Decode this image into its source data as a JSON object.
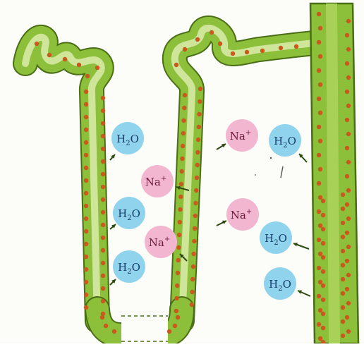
{
  "colors": {
    "background": "#fcfcf8",
    "tubule_outer": "#8cbf3a",
    "tubule_lumen": "#cfe59a",
    "tubule_edge": "#4a6e16",
    "cell_dots": "#c85a1e",
    "water_fill": "#8fd3ec",
    "water_text": "#1a3d6b",
    "sodium_fill": "#f3b6d0",
    "sodium_text": "#6b1a3a",
    "arrow": "#2c4a10"
  },
  "molecules": [
    {
      "id": "h2o-1",
      "kind": "water",
      "base": "H",
      "sub": "2",
      "tail": "O",
      "sup": ""
    },
    {
      "id": "na-1",
      "kind": "sodium",
      "base": "Na",
      "sub": "",
      "tail": "",
      "sup": "+"
    },
    {
      "id": "h2o-2",
      "kind": "water",
      "base": "H",
      "sub": "2",
      "tail": "O",
      "sup": ""
    },
    {
      "id": "na-2",
      "kind": "sodium",
      "base": "Na",
      "sub": "",
      "tail": "",
      "sup": "+"
    },
    {
      "id": "h2o-3",
      "kind": "water",
      "base": "H",
      "sub": "2",
      "tail": "O",
      "sup": ""
    },
    {
      "id": "na-3",
      "kind": "sodium",
      "base": "Na",
      "sub": "",
      "tail": "",
      "sup": "+"
    },
    {
      "id": "h2o-4",
      "kind": "water",
      "base": "H",
      "sub": "2",
      "tail": "O",
      "sup": ""
    },
    {
      "id": "na-4",
      "kind": "sodium",
      "base": "Na",
      "sub": "",
      "tail": "",
      "sup": "+"
    },
    {
      "id": "h2o-5",
      "kind": "water",
      "base": "H",
      "sub": "2",
      "tail": "O",
      "sup": ""
    },
    {
      "id": "h2o-6",
      "kind": "water",
      "base": "H",
      "sub": "2",
      "tail": "O",
      "sup": ""
    }
  ]
}
